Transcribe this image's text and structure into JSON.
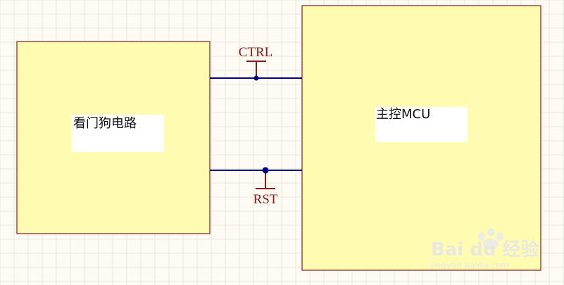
{
  "diagram": {
    "blocks": {
      "watchdog": {
        "label": "看门狗电路"
      },
      "mcu": {
        "label": "主控MCU"
      }
    },
    "nets": {
      "ctrl": {
        "label": "CTRL"
      },
      "rst": {
        "label": "RST"
      }
    }
  },
  "watermark": {
    "brand": "Bai du 经验",
    "url": "jingyan.baidu.com"
  },
  "colors": {
    "background": "#fdfbf4",
    "grid": "#ece7da",
    "block_fill": "#fffcb2",
    "block_border": "#8b1a1a",
    "wire": "#000080",
    "net_label": "#8b1a1a",
    "text_box": "#ffffff"
  }
}
